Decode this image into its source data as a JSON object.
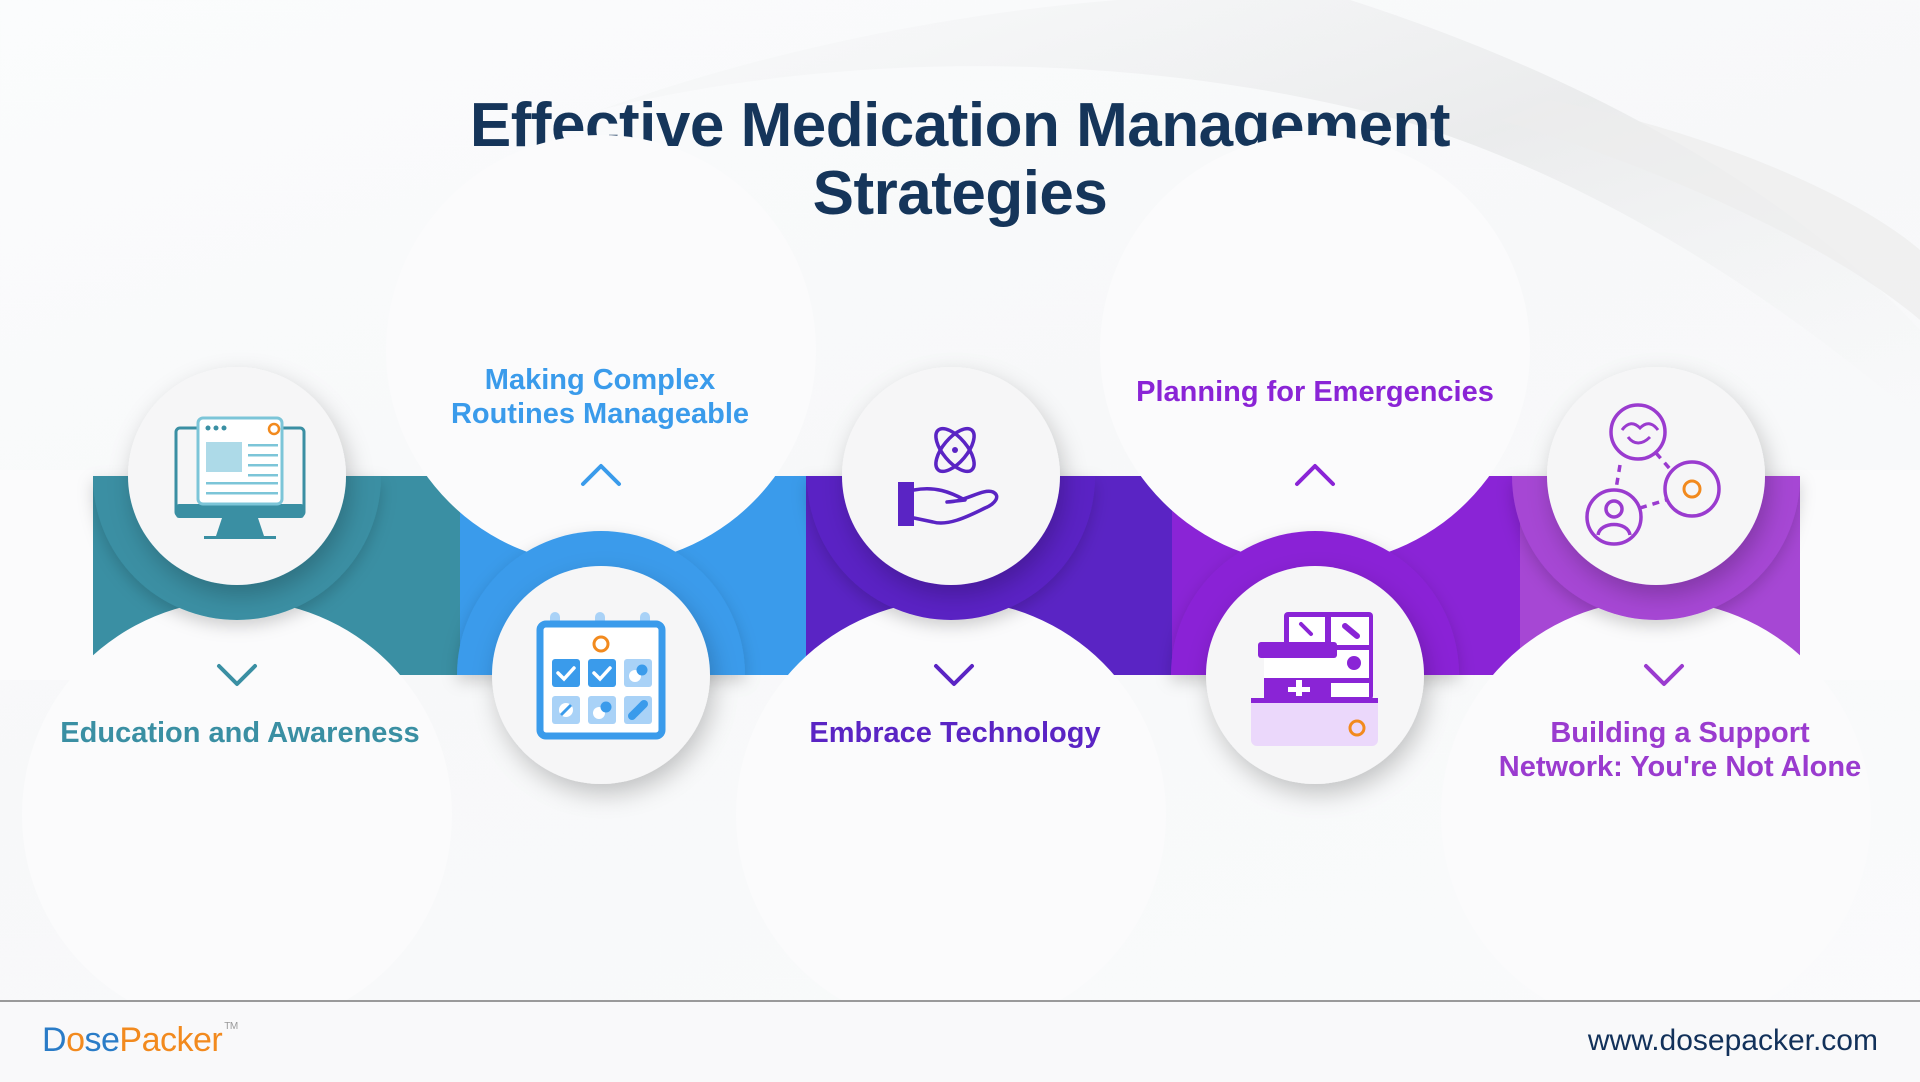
{
  "title": {
    "line1": "Effective Medication Management",
    "line2": "Strategies"
  },
  "colors": {
    "title": "#15355A",
    "teal": "#3A8FA3",
    "blue": "#3A9BEB",
    "indigo": "#5A24C4",
    "purple": "#8A24D6",
    "light_purple": "#A647D4",
    "circle_fill": "#F6F6F7"
  },
  "steps": [
    {
      "label": "Education and Awareness",
      "icon": "computer-monitor-icon",
      "position": "top",
      "label_side": "bottom",
      "color": "#3A8FA3"
    },
    {
      "label_line1": "Making Complex",
      "label_line2": "Routines Manageable",
      "icon": "calendar-pill-icon",
      "position": "bottom",
      "label_side": "top",
      "color": "#3A9BEB"
    },
    {
      "label": "Embrace Technology",
      "icon": "hand-atom-icon",
      "position": "top",
      "label_side": "bottom",
      "color": "#5A24C4"
    },
    {
      "label": "Planning for Emergencies",
      "icon": "medicine-cabinet-icon",
      "position": "bottom",
      "label_side": "top",
      "color": "#8A24D6"
    },
    {
      "label_line1": "Building a Support",
      "label_line2": "Network: You're Not Alone",
      "icon": "support-network-icon",
      "position": "top",
      "label_side": "bottom",
      "color": "#A647D4"
    }
  ],
  "footer": {
    "logo_d": "D",
    "logo_o": "o",
    "logo_se": "se",
    "logo_packer": "Packer",
    "logo_tm": "TM",
    "url": "www.dosepacker.com"
  }
}
